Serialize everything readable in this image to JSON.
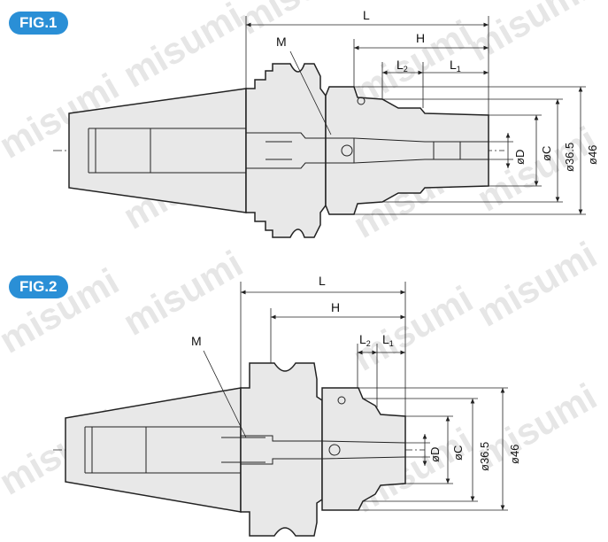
{
  "watermark": "misumi",
  "figures": [
    {
      "badge": "FIG.1",
      "labels": {
        "L": "L",
        "H": "H",
        "L2": "L",
        "L2_sub": "2",
        "L1": "L",
        "L1_sub": "1",
        "M": "M",
        "D": "øD",
        "C": "øC",
        "d36": "ø36.5",
        "d46": "ø46"
      }
    },
    {
      "badge": "FIG.2",
      "labels": {
        "L": "L",
        "H": "H",
        "L2": "L",
        "L2_sub": "2",
        "L1": "L",
        "L1_sub": "1",
        "M": "M",
        "D": "øD",
        "C": "øC",
        "d36": "ø36.5",
        "d46": "ø46"
      }
    }
  ]
}
